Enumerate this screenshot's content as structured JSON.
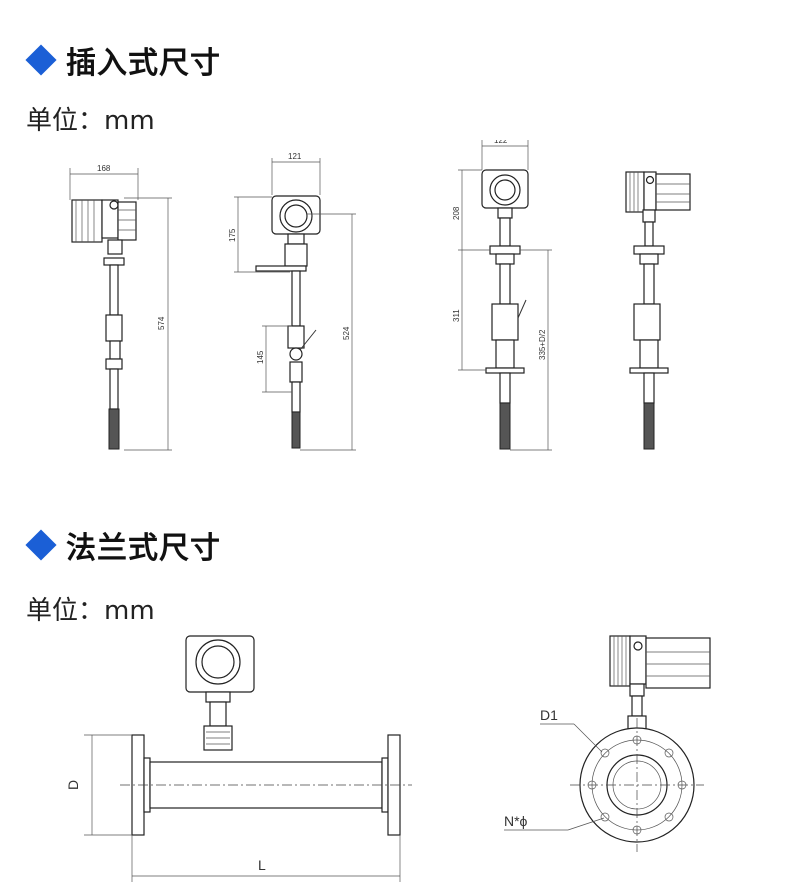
{
  "sections": [
    {
      "title": "插入式尺寸",
      "unit": "单位：mm"
    },
    {
      "title": "法兰式尺寸",
      "unit": "单位：mm"
    }
  ],
  "insertion": {
    "dims": {
      "w168": "168",
      "h574": "574",
      "w121": "121",
      "h175": "175",
      "h145": "145",
      "h524": "524",
      "w122": "122",
      "h208": "208",
      "h311": "311",
      "h335": "335+D/2"
    }
  },
  "flange": {
    "dims": {
      "d": "D",
      "l": "L",
      "d1": "D1",
      "nphi": "N*ϕ"
    }
  },
  "colors": {
    "accent": "#1b5fd6"
  },
  "icons": {
    "section_marker": "diamond-icon"
  }
}
